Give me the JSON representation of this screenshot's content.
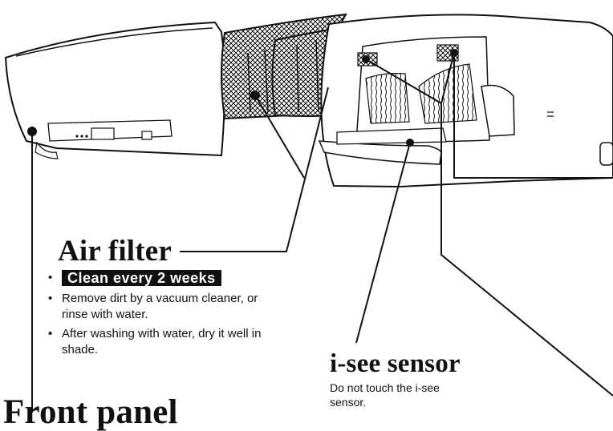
{
  "labels": {
    "air_filter": {
      "title": "Air filter",
      "badge": "Clean every 2 weeks",
      "bullets": [
        "Remove dirt by a vacuum cleaner, or rinse with water.",
        "After washing with water, dry it well in shade."
      ]
    },
    "isee_sensor": {
      "title": "i-see sensor",
      "note": "Do not touch the i-see sensor."
    },
    "front_panel": {
      "title": "Front panel"
    }
  },
  "colors": {
    "line": "#111111",
    "badge_bg": "#111111",
    "badge_text": "#ffffff",
    "background": "#ffffff"
  },
  "icons": {
    "bullet": "bullet-dot-icon"
  }
}
